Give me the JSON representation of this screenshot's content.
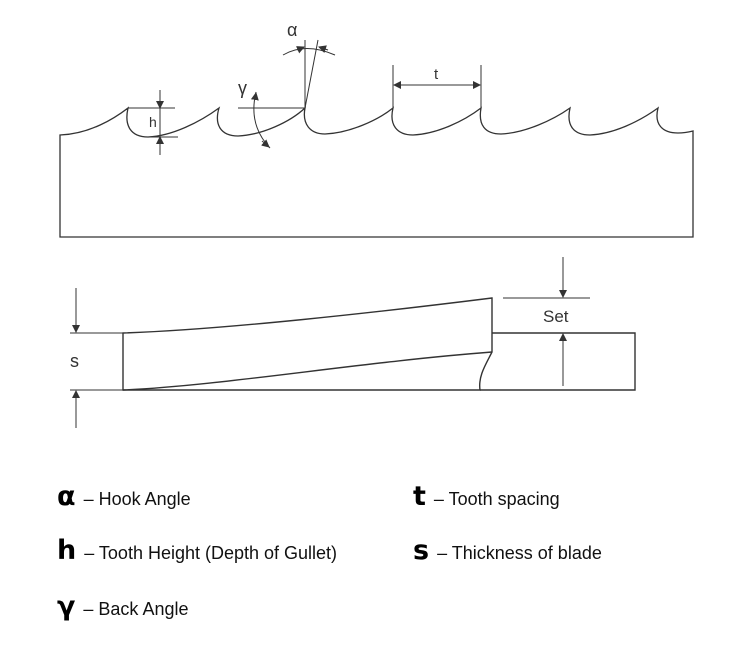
{
  "diagram": {
    "labels": {
      "alpha": "α",
      "gamma": "γ",
      "h": "h",
      "t": "t",
      "s": "s",
      "set": "Set"
    },
    "line_color": "#333333"
  },
  "legend": [
    {
      "symbol": "α",
      "text": "– Hook Angle"
    },
    {
      "symbol": "h",
      "text": "– Tooth Height (Depth of Gullet)"
    },
    {
      "symbol": "γ",
      "text": "– Back Angle"
    },
    {
      "symbol": "t",
      "text": "– Tooth spacing"
    },
    {
      "symbol": "s",
      "text": "– Thickness of blade"
    }
  ]
}
